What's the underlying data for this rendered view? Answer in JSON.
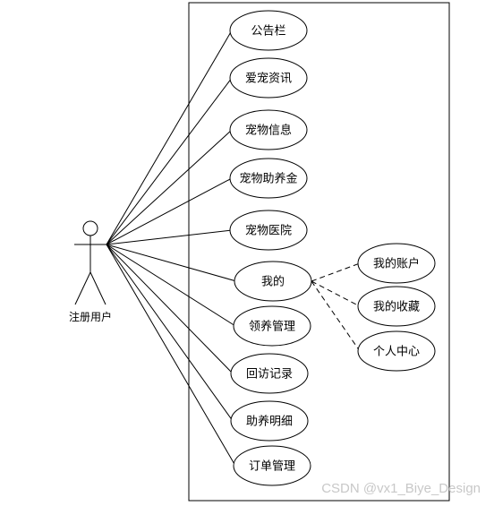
{
  "actor": {
    "label": "注册用户"
  },
  "use_cases": [
    {
      "id": "bulletin",
      "label": "公告栏"
    },
    {
      "id": "pet-news",
      "label": "爱宠资讯"
    },
    {
      "id": "pet-info",
      "label": "宠物信息"
    },
    {
      "id": "pet-fund",
      "label": "宠物助养金"
    },
    {
      "id": "pet-hospital",
      "label": "宠物医院"
    },
    {
      "id": "mine",
      "label": "我的"
    },
    {
      "id": "adoption-mgmt",
      "label": "领养管理"
    },
    {
      "id": "revisit-record",
      "label": "回访记录"
    },
    {
      "id": "support-detail",
      "label": "助养明细"
    },
    {
      "id": "order-mgmt",
      "label": "订单管理"
    }
  ],
  "sub_use_cases": [
    {
      "id": "my-account",
      "label": "我的账户"
    },
    {
      "id": "my-favorites",
      "label": "我的收藏"
    },
    {
      "id": "personal-center",
      "label": "个人中心"
    }
  ],
  "watermark": "CSDN @vx1_Biye_Design"
}
